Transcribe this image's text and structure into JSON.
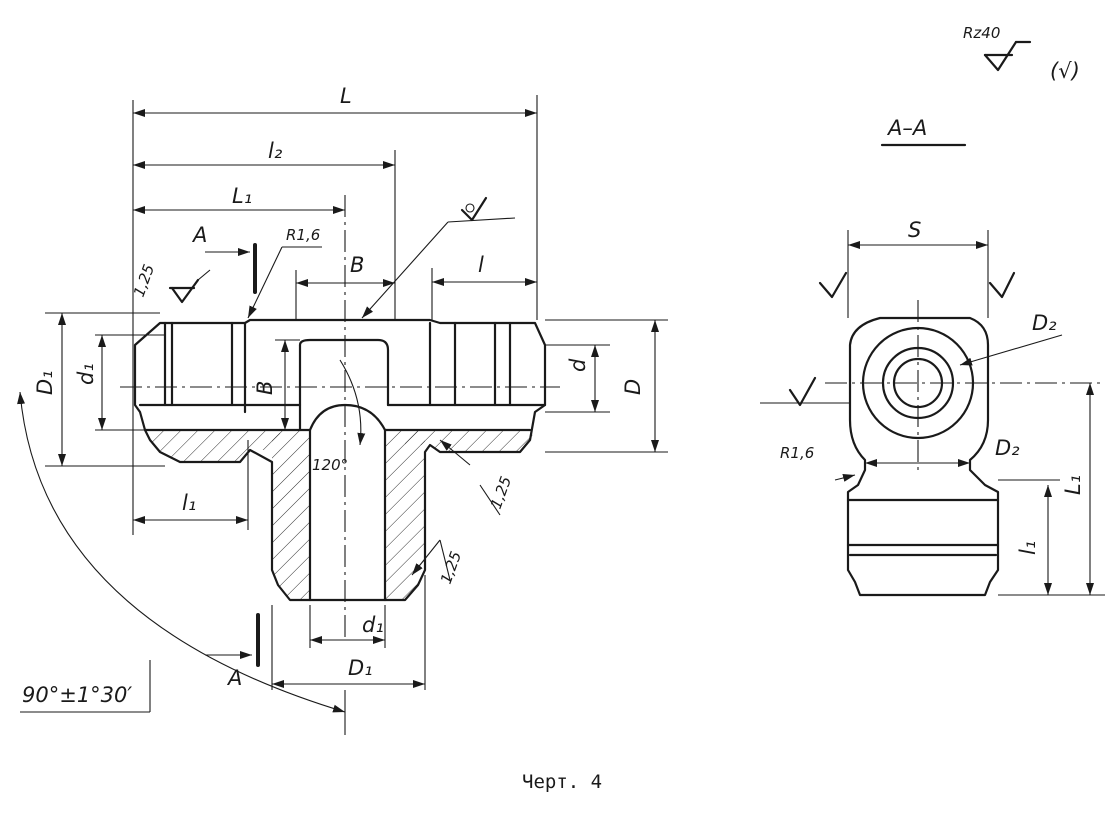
{
  "roughness": {
    "general": "Rz40",
    "rest": "(√)"
  },
  "section": {
    "name": "А–А"
  },
  "front_view": {
    "dims": {
      "L": "L",
      "l2": "l₂",
      "L1": "L₁",
      "B_top": "B",
      "l_right": "l",
      "d": "d",
      "D": "D",
      "D1": "D₁",
      "d1": "d₁",
      "B_side": "B",
      "l1": "l₁",
      "d1_bottom": "d₁",
      "D1_bottom": "D₁",
      "A_top": "А",
      "A_bottom": "А",
      "radius": "R1,6",
      "angle_120": "120°",
      "angle_90": "90°±1°30′",
      "rough_small": "1,25",
      "rough_1": "1,25",
      "rough_2": "1,25"
    }
  },
  "section_view": {
    "dims": {
      "S": "S",
      "D2_top": "D₂",
      "D2_mid": "D₂",
      "R": "R1,6",
      "L1": "L₁",
      "l1": "l₁"
    }
  },
  "caption": "Черт. 4"
}
